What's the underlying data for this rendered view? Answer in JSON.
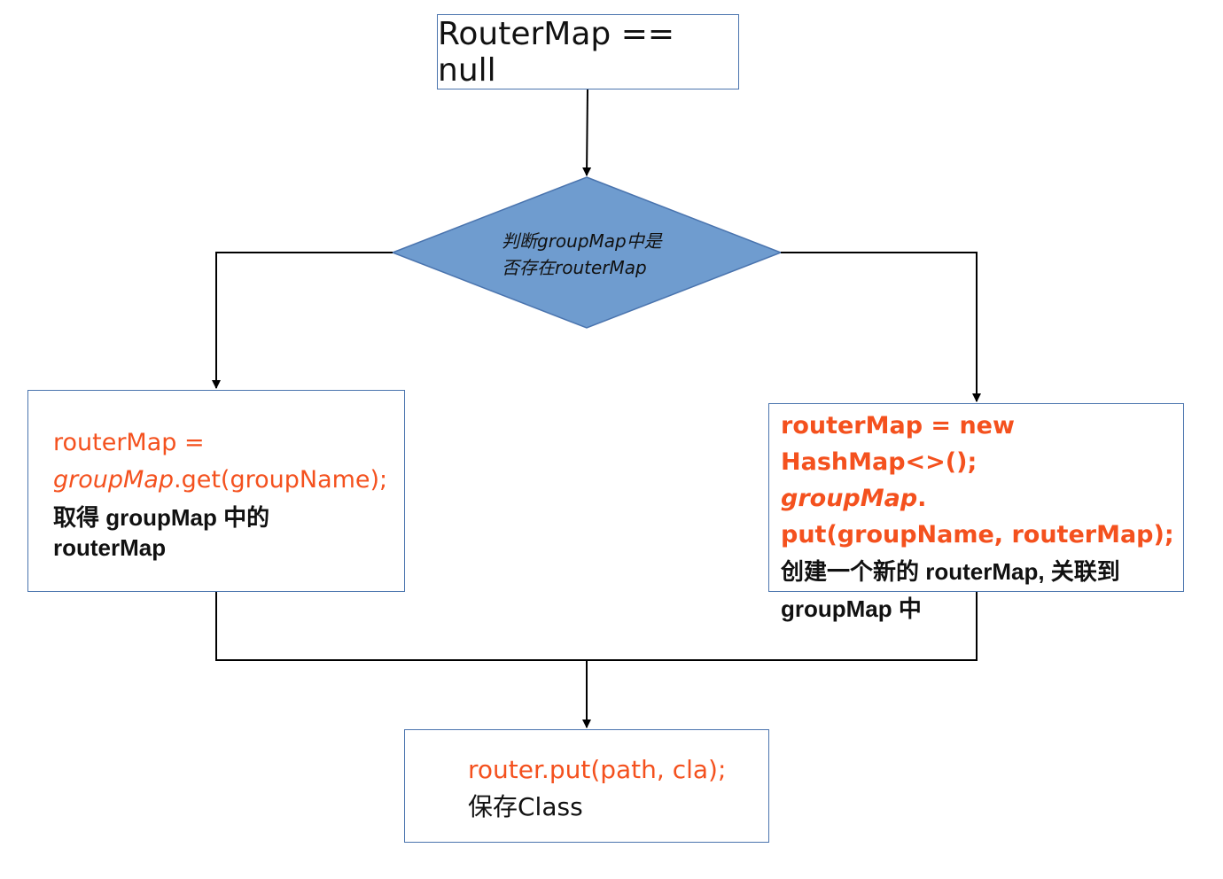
{
  "start": {
    "label": "RouterMap == null"
  },
  "decision": {
    "line1": "判断groupMap中是",
    "line2": "否存在routerMap",
    "fill": "#6f9ccf",
    "stroke": "#4a74ae"
  },
  "left_branch": {
    "code_line1": "routerMap =",
    "code_var": "groupMap",
    "code_rest": ".get(groupName);",
    "desc_line1": "取得 groupMap 中的",
    "desc_line2": "routerMap"
  },
  "right_branch": {
    "code_line1": "routerMap = new HashMap<>();",
    "code_var": "groupMap",
    "code_dot": ".",
    "code_line3": "put(groupName, routerMap);",
    "desc_line1": "创建一个新的 routerMap, 关联到",
    "desc_line2": "groupMap 中"
  },
  "end": {
    "code": "router.put(path, cla);",
    "desc": "保存Class"
  },
  "colors": {
    "code": "#f4511e",
    "text": "#111111",
    "box_border": "#4a74ae",
    "connector": "#000000"
  }
}
